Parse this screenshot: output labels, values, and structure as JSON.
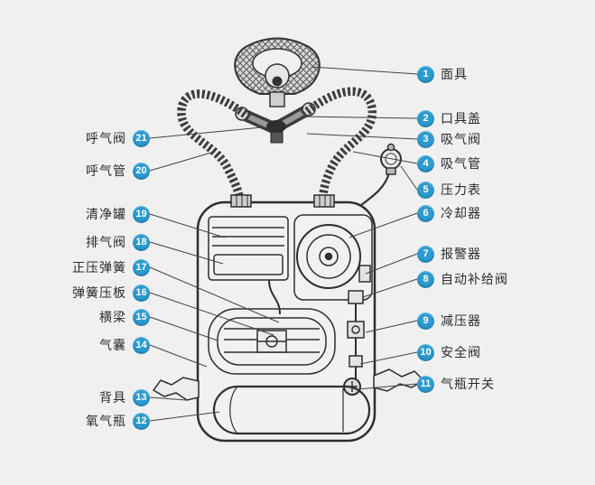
{
  "colors": {
    "background": "#f0f0f0",
    "badge": "#2b9bd0",
    "line_art": "#2e2e2e",
    "label_text": "#2b2b2b"
  },
  "labels": {
    "right": [
      {
        "num": "1",
        "text": "面具"
      },
      {
        "num": "2",
        "text": "口具盖"
      },
      {
        "num": "3",
        "text": "吸气阀"
      },
      {
        "num": "4",
        "text": "吸气管"
      },
      {
        "num": "5",
        "text": "压力表"
      },
      {
        "num": "6",
        "text": "冷却器"
      },
      {
        "num": "7",
        "text": "报警器"
      },
      {
        "num": "8",
        "text": "自动补给阀"
      },
      {
        "num": "9",
        "text": "减压器"
      },
      {
        "num": "10",
        "text": "安全阀"
      },
      {
        "num": "11",
        "text": "气瓶开关"
      }
    ],
    "left": [
      {
        "num": "21",
        "text": "呼气阀"
      },
      {
        "num": "20",
        "text": "呼气管"
      },
      {
        "num": "19",
        "text": "清净罐"
      },
      {
        "num": "18",
        "text": "排气阀"
      },
      {
        "num": "17",
        "text": "正压弹簧"
      },
      {
        "num": "16",
        "text": "弹簧压板"
      },
      {
        "num": "15",
        "text": "横梁"
      },
      {
        "num": "14",
        "text": "气囊"
      },
      {
        "num": "13",
        "text": "背具"
      },
      {
        "num": "12",
        "text": "氧气瓶"
      }
    ]
  }
}
